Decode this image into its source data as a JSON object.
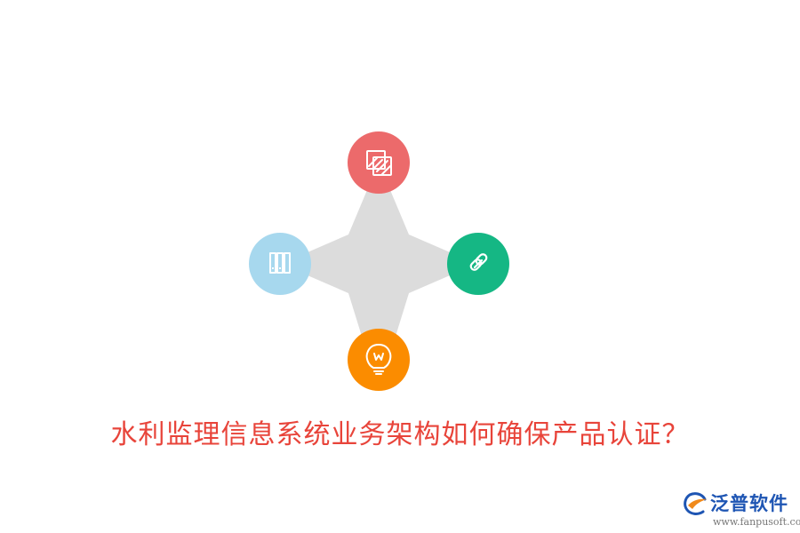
{
  "title": "水利监理信息系统业务架构如何确保产品认证？",
  "logo": {
    "name": "泛普软件",
    "url": "www.fanpusoft.com"
  },
  "nodes": [
    {
      "id": "top",
      "icon": "layers-icon",
      "color": "#ec6a6b"
    },
    {
      "id": "right",
      "icon": "link-icon",
      "color": "#15b784"
    },
    {
      "id": "bottom",
      "icon": "lightbulb-icon",
      "color": "#fb8c00"
    },
    {
      "id": "left",
      "icon": "books-icon",
      "color": "#a7d8ee"
    }
  ],
  "colors": {
    "star": "#dcdcdc",
    "title_red": "#e8443a",
    "title_dark": "#a03a2e",
    "logo_blue": "#1e55b3",
    "logo_orange": "#f08a1c",
    "url_gray": "#777777"
  }
}
